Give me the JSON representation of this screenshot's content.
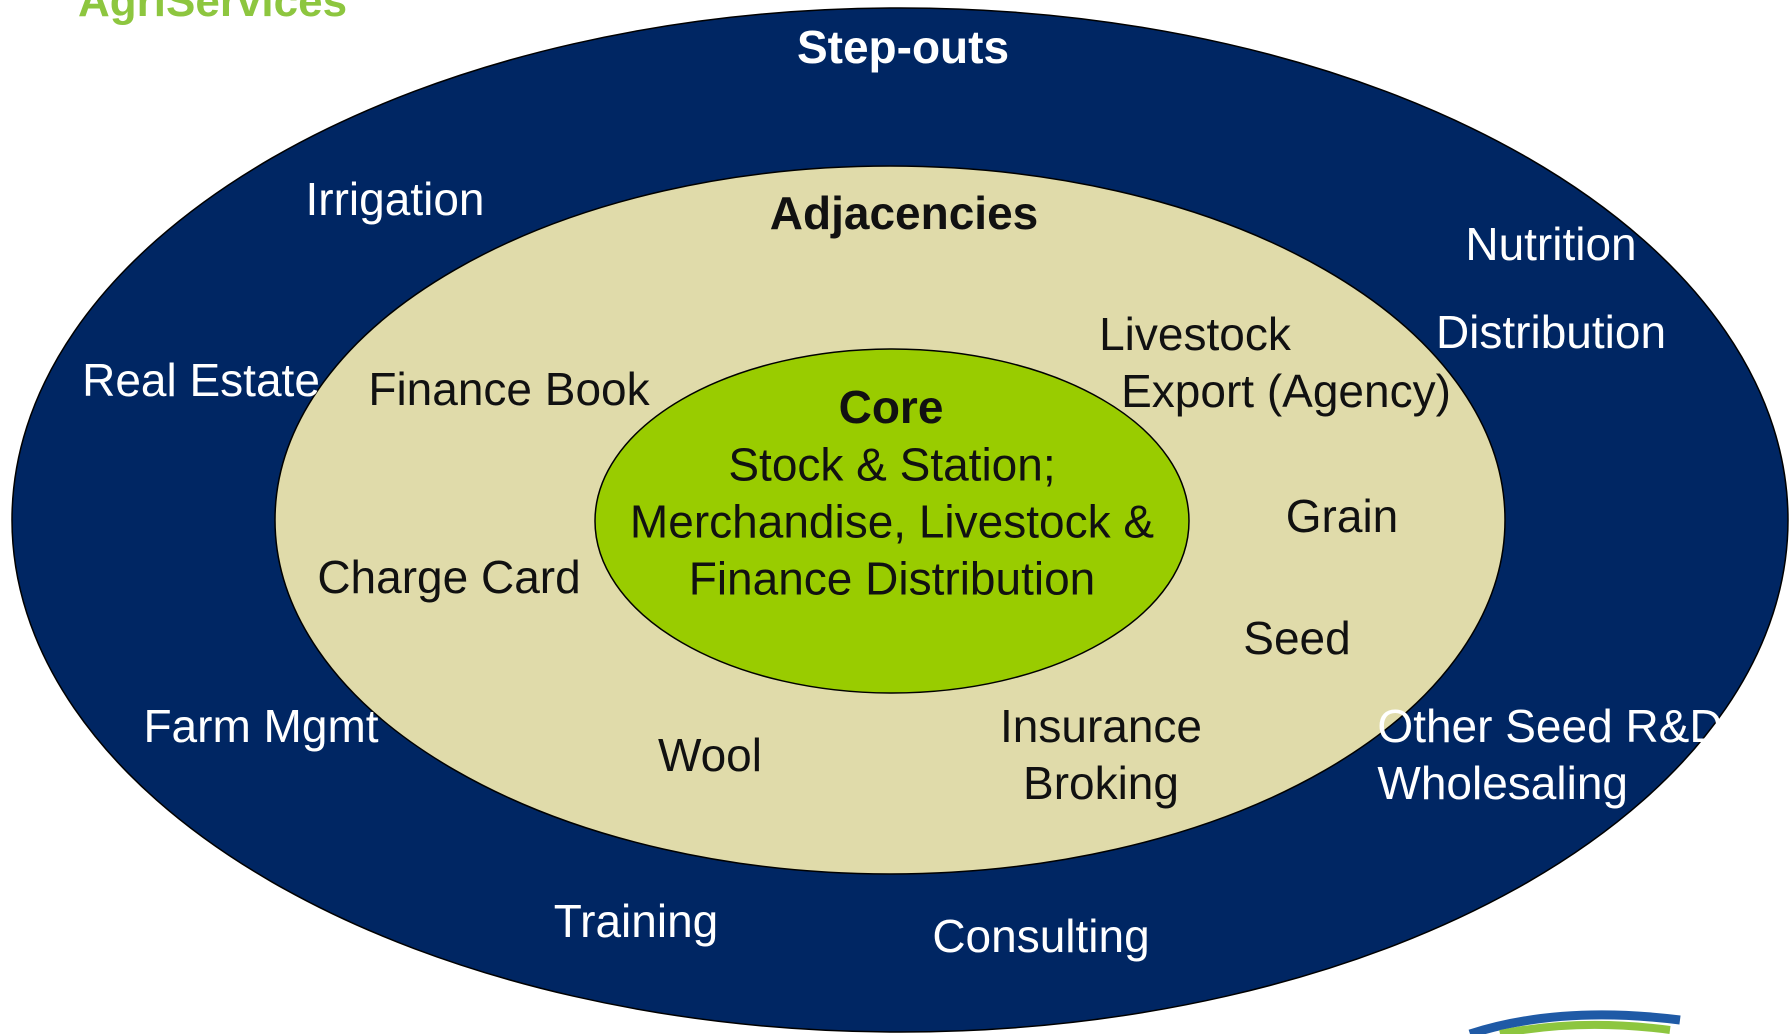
{
  "header": {
    "title": "AgriServices"
  },
  "rings": {
    "outer": {
      "title": "Step-outs",
      "color": "#002663",
      "items": {
        "irrigation": "Irrigation",
        "nutrition": "Nutrition",
        "distribution": "Distribution",
        "real_estate": "Real Estate",
        "farm_mgmt": "Farm Mgmt",
        "other_seed_line1": "Other Seed R&D",
        "other_seed_line2": "Wholesaling",
        "training": "Training",
        "consulting": "Consulting"
      }
    },
    "middle": {
      "title": "Adjacencies",
      "color": "#e0dbaa",
      "items": {
        "finance_book": "Finance Book",
        "livestock_export_line1": "Livestock",
        "livestock_export_line2": "Export (Agency)",
        "charge_card": "Charge Card",
        "grain": "Grain",
        "seed": "Seed",
        "wool": "Wool",
        "insurance_line1": "Insurance",
        "insurance_line2": "Broking"
      }
    },
    "inner": {
      "title": "Core",
      "color": "#99cc00",
      "lines": [
        "Stock & Station;",
        "Merchandise,  Livestock &",
        "Finance Distribution"
      ]
    }
  },
  "logo": {
    "name": "logo-swoosh-icon",
    "colors": [
      "#1f5aa6",
      "#8dc63f"
    ]
  }
}
